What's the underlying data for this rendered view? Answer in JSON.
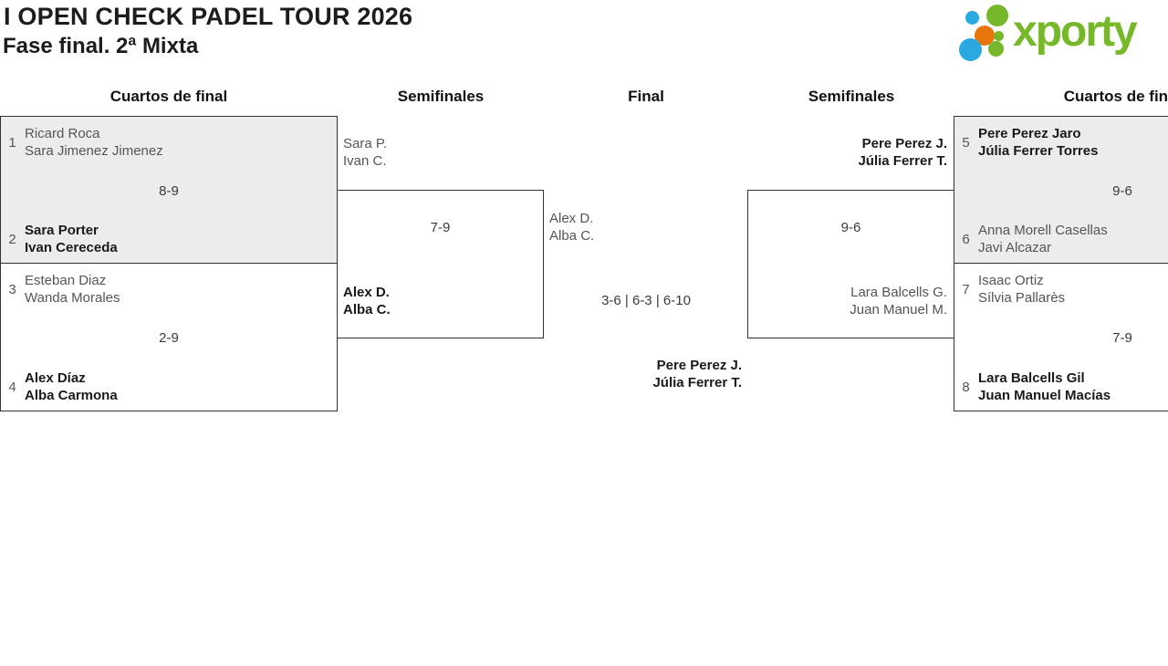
{
  "page": {
    "title": "I OPEN CHECK PADEL TOUR 2026",
    "subtitle": "Fase final. 2ª Mixta"
  },
  "logo": {
    "text": "xporty",
    "green": "#76b82a",
    "blue": "#29a9e0",
    "orange": "#e8740c"
  },
  "rounds": {
    "quarterfinals_left": "Cuartos de final",
    "semifinals_left": "Semifinales",
    "final": "Final",
    "semifinals_right": "Semifinales",
    "quarterfinals_right": "Cuartos de final"
  },
  "matches": {
    "qf1": {
      "team1": {
        "seed": "1",
        "line1": "Ricard Roca",
        "line2": "Sara Jimenez Jimenez",
        "winner": false
      },
      "team2": {
        "seed": "2",
        "line1": "Sara Porter",
        "line2": "Ivan Cereceda",
        "winner": true
      },
      "score": "8-9"
    },
    "qf2": {
      "team1": {
        "seed": "3",
        "line1": "Esteban Diaz",
        "line2": "Wanda Morales",
        "winner": false
      },
      "team2": {
        "seed": "4",
        "line1": "Alex Díaz",
        "line2": "Alba Carmona",
        "winner": true
      },
      "score": "2-9"
    },
    "sf1": {
      "team1": {
        "line1": "Sara P.",
        "line2": "Ivan C.",
        "winner": false
      },
      "team2": {
        "line1": "Alex D.",
        "line2": "Alba C.",
        "winner": true
      },
      "score": "7-9"
    },
    "final": {
      "team1": {
        "line1": "Alex D.",
        "line2": "Alba C.",
        "winner": false
      },
      "team2": {
        "line1": "Pere Perez J.",
        "line2": "Júlia Ferrer T.",
        "winner": true
      },
      "score": "3-6 | 6-3 | 6-10"
    },
    "sf2": {
      "team1": {
        "line1": "Pere Perez J.",
        "line2": "Júlia Ferrer T.",
        "winner": true
      },
      "team2": {
        "line1": "Lara Balcells G.",
        "line2": "Juan Manuel M.",
        "winner": false
      },
      "score": "9-6"
    },
    "qf3": {
      "team1": {
        "seed": "5",
        "line1": "Pere Perez Jaro",
        "line2": "Júlia Ferrer Torres",
        "winner": true
      },
      "team2": {
        "seed": "6",
        "line1": "Anna Morell Casellas",
        "line2": "Javi Alcazar",
        "winner": false
      },
      "score": "9-6"
    },
    "qf4": {
      "team1": {
        "seed": "7",
        "line1": "Isaac Ortiz",
        "line2": "Sílvia Pallarès",
        "winner": false
      },
      "team2": {
        "seed": "8",
        "line1": "Lara Balcells Gil",
        "line2": "Juan Manuel Macías",
        "winner": true
      },
      "score": "7-9"
    }
  },
  "colors": {
    "alt_box_background": "#ececec",
    "box_border": "#333333",
    "winner_text": "#1a1a1a",
    "loser_text": "#555555"
  }
}
